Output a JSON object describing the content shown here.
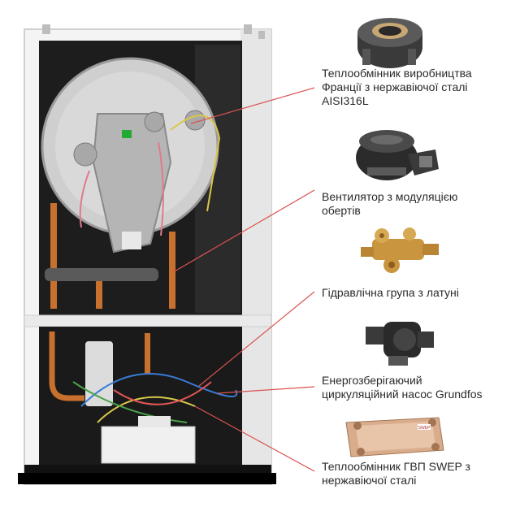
{
  "components": [
    {
      "label": "Теплообмінник виробництва\nФранції з нержавіючої сталі\nAISI316L",
      "icon": "heat-exchanger-coil-icon"
    },
    {
      "label": "Вентилятор з модуляцією\nобертів",
      "icon": "fan-icon"
    },
    {
      "label": "Гідравлічна група з латуні",
      "icon": "brass-valve-icon"
    },
    {
      "label": "Енергозберігаючий\nциркуляційний насос Grundfos",
      "icon": "pump-icon"
    },
    {
      "label": "Теплообмінник ГВП SWEP з\nнержавіючої сталі",
      "icon": "plate-heat-exchanger-icon"
    }
  ],
  "plate_brand": "SWEP",
  "colors": {
    "leader": "#d9534f",
    "text": "#2a2a2a",
    "casing": "#f2f2f2"
  }
}
